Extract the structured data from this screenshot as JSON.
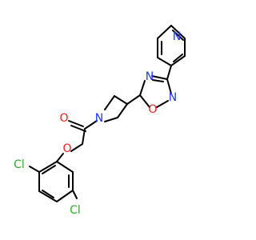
{
  "colors": {
    "background": "#ffffff",
    "bond": "#000000",
    "nitrogen": "#1f33ff",
    "oxygen": "#ff1a1a",
    "chlorine": "#2eaa2e"
  },
  "atoms": {
    "n_pyridine": "N",
    "n_oxadiazole_upper": "N",
    "n_oxadiazole_right": "N",
    "o_oxadiazole": "O",
    "n_azetidine": "N",
    "o_carbonyl": "O",
    "o_ether": "O",
    "cl_ortho": "Cl",
    "cl_para": "Cl"
  }
}
